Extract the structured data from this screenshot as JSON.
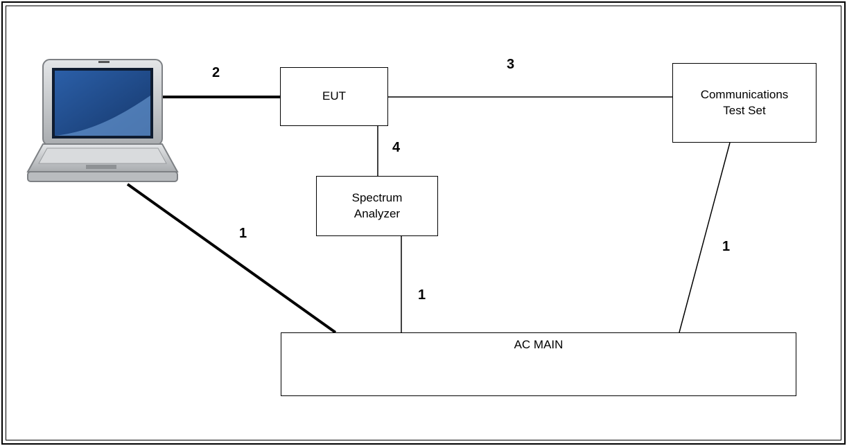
{
  "nodes": {
    "eut": "EUT",
    "comm_test_set": "Communications\nTest Set",
    "spectrum_analyzer": "Spectrum\nAnalyzer",
    "ac_main": "AC MAIN",
    "laptop_icon": "laptop-icon"
  },
  "connection_labels": {
    "laptop_eut": "2",
    "eut_comm": "3",
    "eut_spectrum": "4",
    "laptop_ac": "1",
    "spectrum_ac": "1",
    "comm_ac": "1"
  },
  "colors": {
    "screen_dark": "#1e4a8a",
    "screen_light": "#7fa8d6",
    "laptop_body": "#c8cacc",
    "line": "#000000"
  }
}
